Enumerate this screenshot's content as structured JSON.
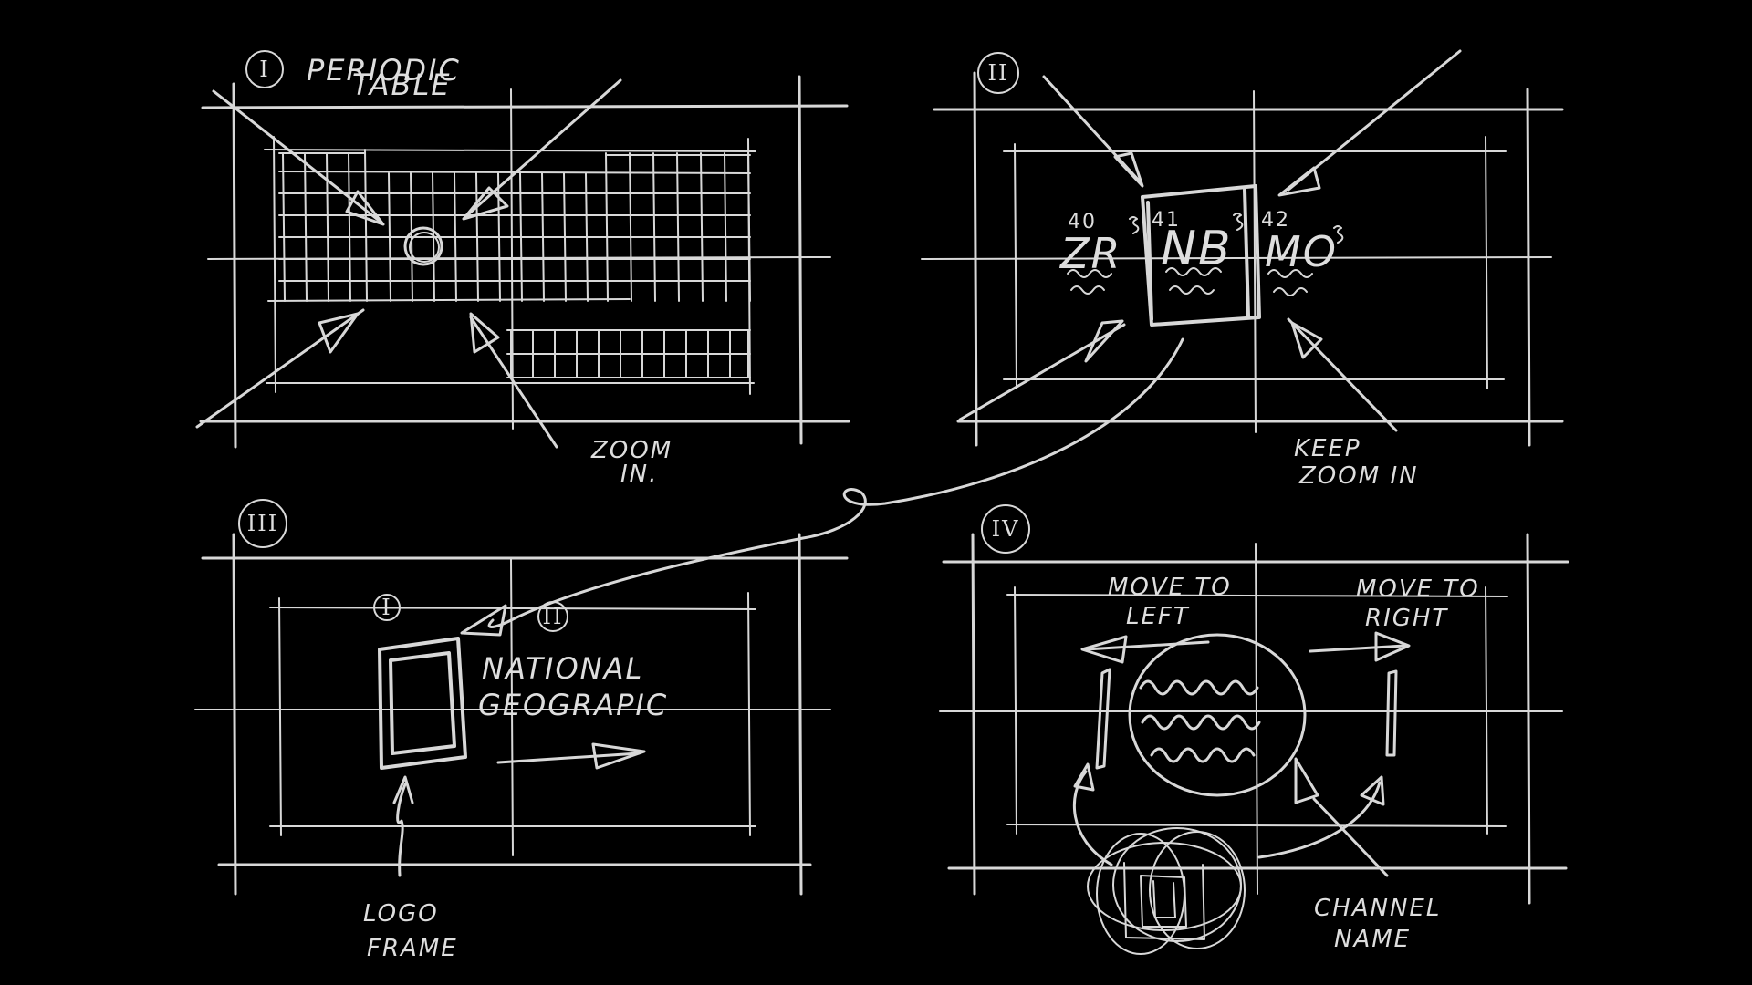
{
  "panels": [
    {
      "id": "panel-1",
      "numeral": "I",
      "caption": [
        "PERIODIC",
        "TABLE"
      ],
      "note": [
        "ZOOM",
        "IN."
      ]
    },
    {
      "id": "panel-2",
      "numeral": "II",
      "elements": [
        {
          "number": "40",
          "symbol": "ZR"
        },
        {
          "number": "41",
          "symbol": "NB"
        },
        {
          "number": "42",
          "symbol": "MO"
        }
      ],
      "note": [
        "KEEP",
        "ZOOM IN"
      ]
    },
    {
      "id": "panel-3",
      "numeral": "III",
      "markers": [
        "I",
        "II"
      ],
      "title": [
        "NATIONAL",
        "GEOGRAPIC"
      ],
      "note": [
        "LOGO",
        "FRAME"
      ]
    },
    {
      "id": "panel-4",
      "numeral": "IV",
      "left_note": [
        "MOVE TO",
        "LEFT"
      ],
      "right_note": [
        "MOVE TO",
        "RIGHT"
      ],
      "note": [
        "CHANNEL",
        "NAME"
      ]
    }
  ],
  "colors": {
    "background": "#000000",
    "chalk": "#d8d8d8"
  }
}
